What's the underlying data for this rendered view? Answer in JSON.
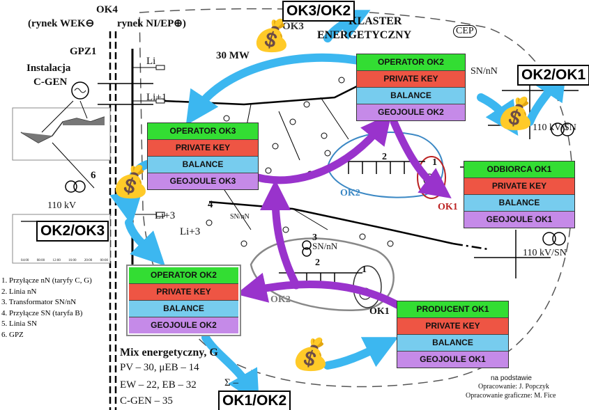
{
  "labels": {
    "ok4": "OK4",
    "rynek_wek": "(rynek WEK⊖",
    "rynek_ni": "rynek NI/EP⊕)",
    "ok3_top": "OK3",
    "klaster1": "KLASTER",
    "klaster2": "ENERGETYCZNY",
    "cep": "CEP",
    "gpz1": "GPZ1",
    "inst1": "Instalacja",
    "inst2": "C-GEN",
    "mw": "30 MW",
    "li": "Li",
    "li1": "Li+1",
    "li3a": "Li+3",
    "li3b": "Li+3",
    "sn_nn_right": "SN/nN",
    "kv_right1": "110 kV/SN",
    "kv_right2": "110 kV/SN",
    "kv_left": "110 kV",
    "six": "6",
    "four": "4",
    "two_a": "2",
    "two_b": "2",
    "three": "3",
    "one_a": "1",
    "one_b": "1",
    "sn_nn_mid": "SN/nN",
    "sn_nn_small": "SN/nN",
    "ok2_blue": "OK2",
    "ok2_gray": "OK2",
    "ok1_red": "OK1",
    "ok1_black": "OK1",
    "mix_title": "Mix energetyczny, G",
    "mix1": "PV – 30, μEB – 14",
    "mix2": "EW – 22, EB – 32",
    "mix3": "C-GEN – 35",
    "sigma": "Σ –",
    "credit0": "na podstawie",
    "credit1": "Opracowanie: J. Popczyk",
    "credit2": "Opracowanie graficzne: M. Fice"
  },
  "legend": [
    "1. Przyłącze nN (taryfy C, G)",
    "2. Linia nN",
    "3. Transformator SN/nN",
    "4. Przyłącze SN (taryfa B)",
    "5. Linia SN",
    "6. GPZ"
  ],
  "chart_ticks": [
    "04:00",
    "08:00",
    "12:00",
    "16:00",
    "20:00",
    "00:00"
  ],
  "tags": {
    "ok3_ok2": "OK3/OK2",
    "ok2_ok1": "OK2/OK1",
    "ok2_ok3": "OK2/OK3",
    "ok1_ok2": "OK1/OK2"
  },
  "cards": {
    "ok2_top": [
      "OPERATOR OK2",
      "PRIVATE KEY",
      "BALANCE",
      "GEOJOULE OK2"
    ],
    "ok3": [
      "OPERATOR OK3",
      "PRIVATE KEY",
      "BALANCE",
      "GEOJOULE OK3"
    ],
    "odbiorca": [
      "ODBIORCA OK1",
      "PRIVATE KEY",
      "BALANCE",
      "GEOJOULE OK1"
    ],
    "ok2_bottom": [
      "OPERATOR OK2",
      "PRIVATE KEY",
      "BALANCE",
      "GEOJOULE OK2"
    ],
    "producent": [
      "PRODUCENT OK1",
      "PRIVATE KEY",
      "BALANCE",
      "GEOJOULE OK1"
    ]
  },
  "colors": {
    "operator": "#33dd33",
    "private_key": "#ee5544",
    "balance": "#77ccee",
    "geojoule": "#c58ae8",
    "money_flow": "#3cb7f0",
    "energy_flow": "#9933cc"
  },
  "icons": [
    "money-bag-icon",
    "transformer-icon",
    "generator-icon"
  ]
}
